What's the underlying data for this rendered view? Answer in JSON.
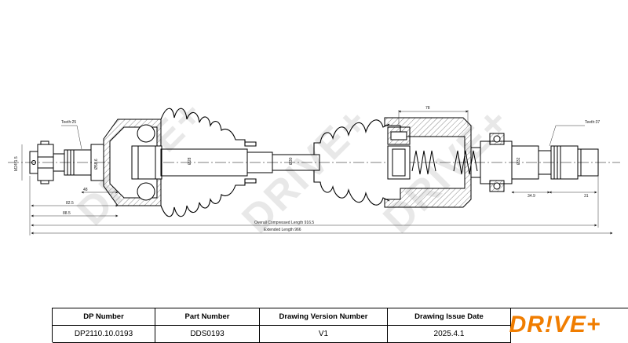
{
  "watermark": {
    "text": "DRIVE+"
  },
  "dimensions": {
    "teeth_left": "Teeth:25",
    "teeth_right": "Teeth:37",
    "thread": "M24*1.5",
    "dia_58_6": "Ø58.6",
    "dia_28": "Ø28",
    "dia_30": "Ø30",
    "dia_32": "Ø32",
    "len_48": "48",
    "len_82_5": "82.5",
    "len_88_5": "88.5",
    "len_78": "78",
    "len_34_9": "34.9",
    "len_31": "31",
    "overall_compressed": "Overall  Compressed  Length 916.5",
    "extended": "Extended  Length 966"
  },
  "title_block": {
    "headers": {
      "dp_number": "DP Number",
      "part_number": "Part Number",
      "drawing_version": "Drawing Version Number",
      "drawing_issue_date": "Drawing Issue Date"
    },
    "values": {
      "dp_number": "DP2110.10.0193",
      "part_number": "DDS0193",
      "drawing_version": "V1",
      "drawing_issue_date": "2025.4.1"
    },
    "logo_text": "DR!VE+"
  },
  "colors": {
    "brand_orange": "#f07d00",
    "hatch": "#999999",
    "watermark": "#e6e6e6"
  }
}
